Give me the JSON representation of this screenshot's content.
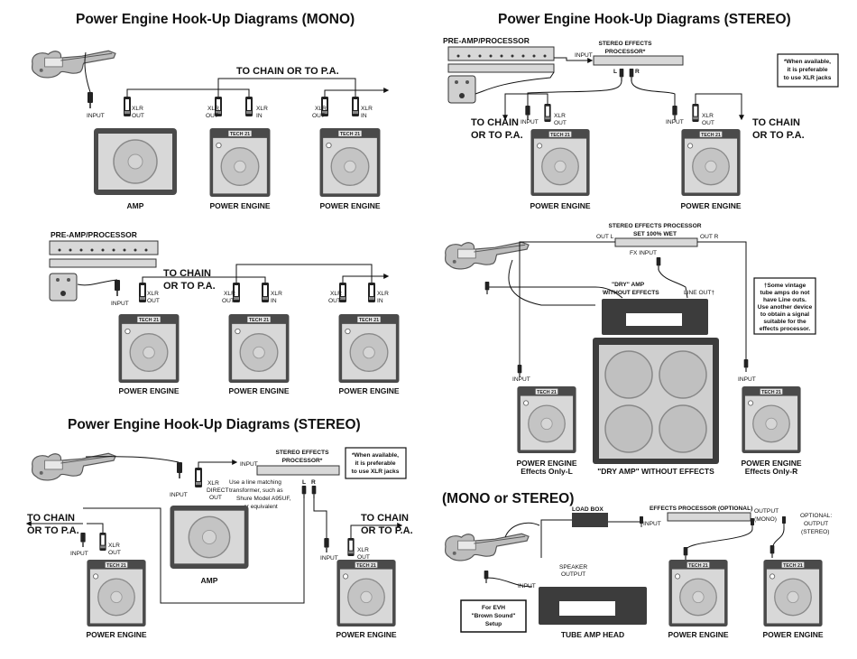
{
  "headings": {
    "mono": "Power Engine Hook-Up Diagrams (MONO)",
    "stereo_top": "Power Engine Hook-Up Diagrams (STEREO)",
    "stereo_bottom": "Power Engine Hook-Up Diagrams (STEREO)",
    "mono_or_stereo": "(MONO or STEREO)"
  },
  "common": {
    "to_chain": "TO CHAIN OR TO P.A.",
    "to_chain_line1": "TO CHAIN",
    "to_chain_line2": "OR TO P.A.",
    "input": "INPUT",
    "xlr": "XLR",
    "out": "OUT",
    "in": "IN",
    "power_engine": "POWER ENGINE",
    "amp": "AMP",
    "brand": "TECH 21",
    "preamp": "PRE-AMP/PROCESSOR",
    "stereo_fx_line1": "STEREO EFFECTS",
    "stereo_fx_line2": "PROCESSOR*",
    "l": "L",
    "r": "R",
    "xlr_note_line1": "*When available,",
    "xlr_note_line2": "it is preferable",
    "xlr_note_line3": "to use XLR jacks"
  },
  "stereo_bottom": {
    "direct_out": "DIRECT",
    "line_matching_1": "Use a line matching",
    "line_matching_2": "transformer, such as",
    "line_matching_3": "Shure Model A95UF,",
    "line_matching_4": "or equivalent"
  },
  "wet_dry": {
    "fx_line1": "STEREO EFFECTS PROCESSOR",
    "fx_line2": "SET 100% WET",
    "out_l": "OUT L",
    "out_r": "OUT R",
    "fx_input": "FX INPUT",
    "dry_amp_line1": "\"DRY\" AMP",
    "dry_amp_line2": "WITHOUT EFFECTS",
    "line_out": "LINE OUT†",
    "note_1": "†Some vintage",
    "note_2": "tube amps do not",
    "note_3": "have Line outs.",
    "note_4": "Use another device",
    "note_5": "to obtain a signal",
    "note_6": "suitable for the",
    "note_7": "effects processor.",
    "pe_l_line2": "Effects Only-L",
    "pe_r_line2": "Effects Only-R",
    "dry_amp_caption": "\"DRY AMP\" WITHOUT EFFECTS"
  },
  "mono_stereo": {
    "load_box": "LOAD BOX",
    "fx_optional": "EFFECTS PROCESSOR (OPTIONAL)",
    "output_line1": "OUTPUT",
    "output_line2": "(MONO)",
    "optional_line1": "OPTIONAL:",
    "optional_line2": "OUTPUT",
    "optional_line3": "(STEREO)",
    "speaker_line1": "SPEAKER",
    "speaker_line2": "OUTPUT",
    "evh_line1": "For EVH",
    "evh_line2": "\"Brown Sound\"",
    "evh_line3": "Setup",
    "tube_amp_head": "TUBE AMP HEAD"
  }
}
